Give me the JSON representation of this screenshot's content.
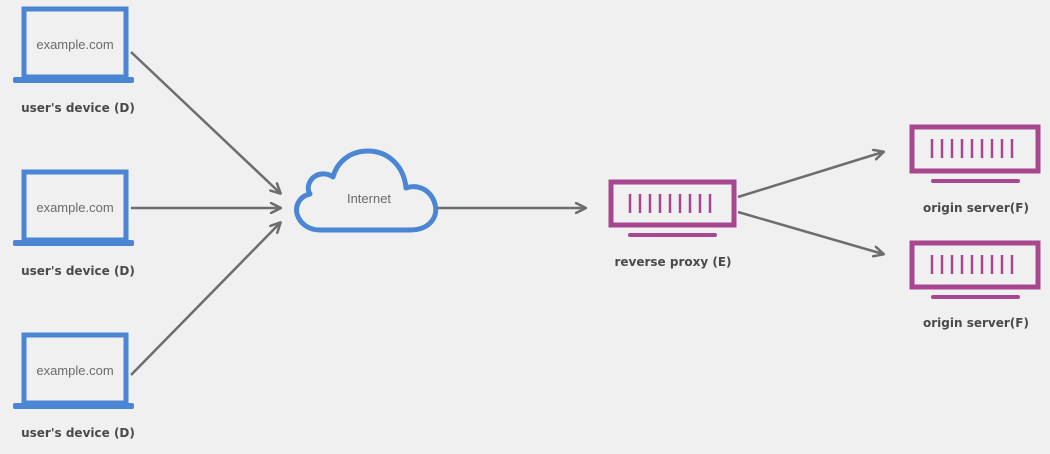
{
  "colors": {
    "background": "#f0f0f1",
    "device": "#4a86d4",
    "server": "#a8478f",
    "arrow": "#6d6d6d",
    "caption_text": "#4a4a4a",
    "screen_text": "#6b6b6b"
  },
  "devices": [
    {
      "screen_text": "example.com",
      "label": "user's device (D)",
      "icon": "laptop-icon"
    },
    {
      "screen_text": "example.com",
      "label": "user's device (D)",
      "icon": "laptop-icon"
    },
    {
      "screen_text": "example.com",
      "label": "user's device (D)",
      "icon": "laptop-icon"
    }
  ],
  "cloud": {
    "label": "Internet",
    "icon": "cloud-icon"
  },
  "proxy": {
    "label": "reverse proxy (E)",
    "icon": "server-icon"
  },
  "origins": [
    {
      "label": "origin server(F)",
      "icon": "server-icon"
    },
    {
      "label": "origin server(F)",
      "icon": "server-icon"
    }
  ]
}
